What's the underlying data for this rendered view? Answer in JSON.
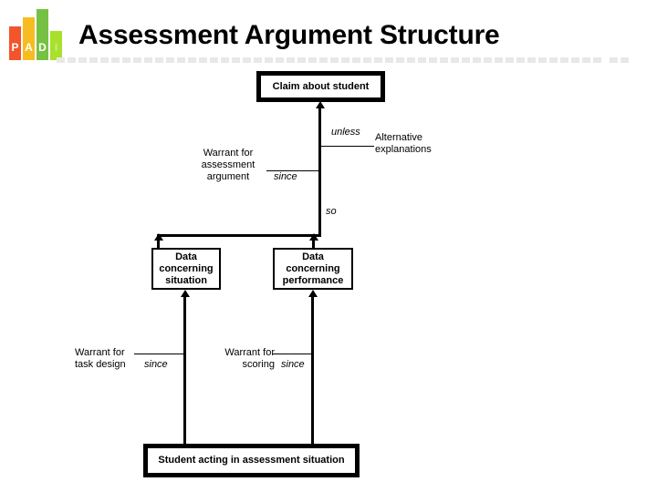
{
  "slide": {
    "title": "Assessment Argument Structure",
    "background_color": "#ffffff",
    "text_color": "#000000"
  },
  "logo": {
    "name": "PADI",
    "letters": [
      "P",
      "A",
      "D",
      "I"
    ],
    "bar_colors": [
      "#F4542B",
      "#F6BC22",
      "#76C043",
      "#A8E02C"
    ]
  },
  "diagram": {
    "boxes": {
      "claim": "Claim about student",
      "data_situation": "Data concerning situation",
      "data_performance": "Data concerning performance",
      "student": "Student acting in assessment situation"
    },
    "labels": {
      "unless": "unless",
      "alternative_explanations": "Alternative explanations",
      "warrant_assessment": "Warrant for assessment argument",
      "since_assessment": "since",
      "so": "so",
      "warrant_task_design": "Warrant for task design",
      "since_task_design": "since",
      "warrant_scoring": "Warrant for scoring",
      "since_scoring": "since"
    }
  }
}
